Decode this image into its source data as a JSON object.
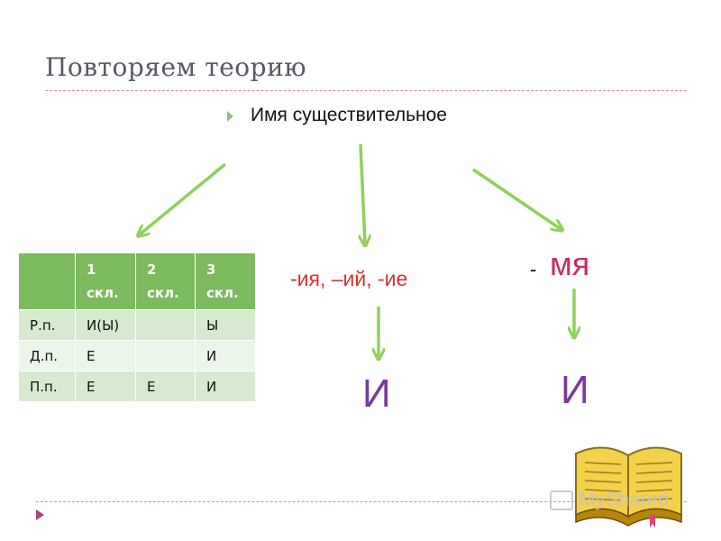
{
  "slide": {
    "title": "Повторяем теорию",
    "bullet": "Имя существительное"
  },
  "table": {
    "header": [
      {
        "num": "",
        "label": ""
      },
      {
        "num": "1",
        "label": "скл."
      },
      {
        "num": "2",
        "label": "скл."
      },
      {
        "num": "3",
        "label": "скл."
      }
    ],
    "rows": [
      [
        "Р.п.",
        "И(Ы)",
        "",
        "Ы"
      ],
      [
        "Д.п.",
        "Е",
        "",
        "И"
      ],
      [
        "П.п.",
        "Е",
        "Е",
        "И"
      ]
    ]
  },
  "branches": {
    "middle_endings": "-ия, –ий, -ие",
    "middle_result": "И",
    "right_dash": "-",
    "right_ending": "мя",
    "right_result": "И"
  },
  "watermark": "MyShared",
  "colors": {
    "arrow": "#8fd15a",
    "table_header": "#7cba5f",
    "endings_red": "#e0302a",
    "mya_pink": "#cc2b5e",
    "result_purple": "#7b3a9b"
  }
}
